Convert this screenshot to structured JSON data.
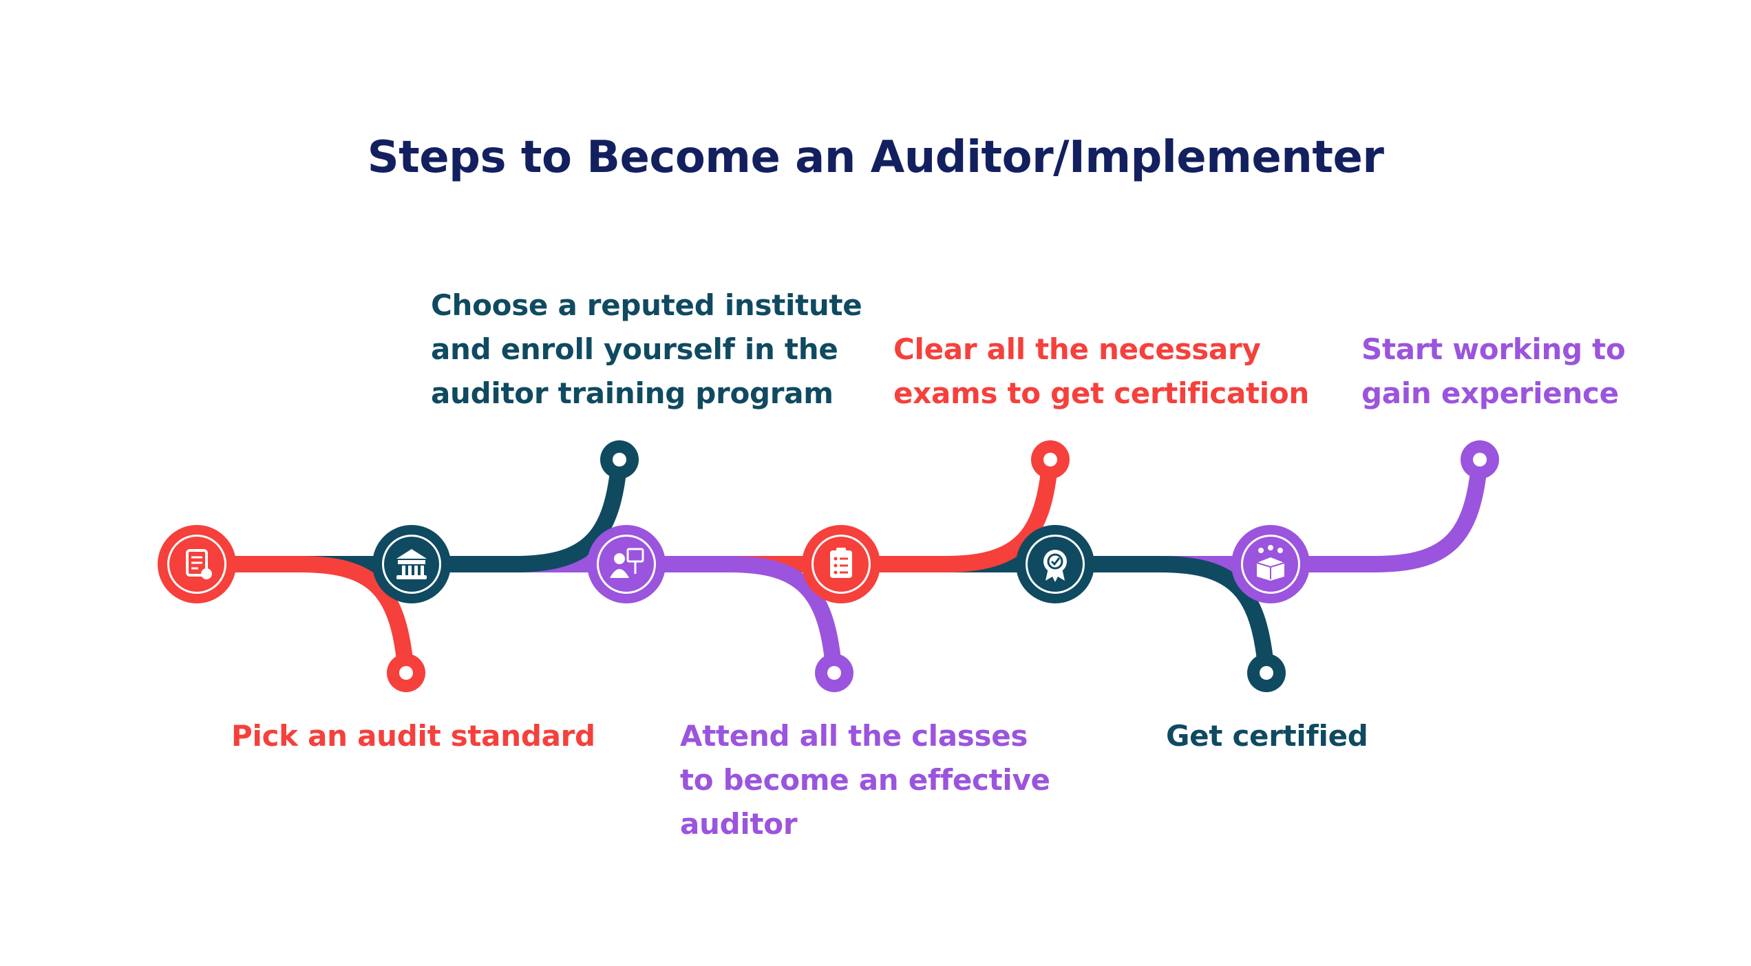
{
  "title": "Steps to Become an Auditor/Implementer",
  "colors": {
    "title": "#13205f",
    "red": "#f5403c",
    "teal": "#0f4a61",
    "purple": "#9b54dd",
    "background": "#ffffff"
  },
  "steps": [
    {
      "color": "red",
      "icon": "audit-document-icon",
      "lines": [
        "Pick an audit standard"
      ]
    },
    {
      "color": "teal",
      "icon": "institute-building-icon",
      "lines": [
        "Choose a reputed institute",
        "and enroll yourself in the",
        "auditor training program"
      ]
    },
    {
      "color": "purple",
      "icon": "classroom-presentation-icon",
      "lines": [
        "Attend all the classes",
        "to become an effective",
        "auditor"
      ]
    },
    {
      "color": "red",
      "icon": "exam-checklist-icon",
      "lines": [
        "Clear all the necessary",
        "exams to get certification"
      ]
    },
    {
      "color": "teal",
      "icon": "certification-badge-icon",
      "lines": [
        "Get certified"
      ]
    },
    {
      "color": "purple",
      "icon": "work-experience-box-icon",
      "lines": [
        "Start working to",
        "gain experience"
      ]
    }
  ]
}
